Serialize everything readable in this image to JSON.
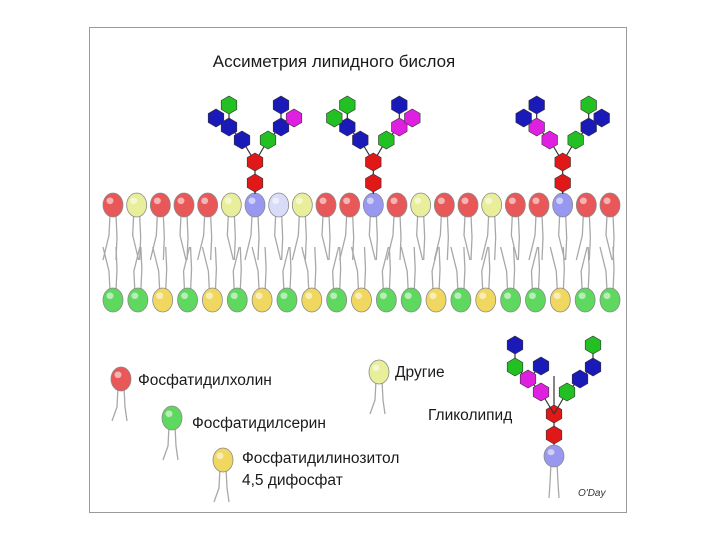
{
  "title": "Ассиметрия липидного бислоя",
  "legend": {
    "phosphatidylcholine": "Фосфатидилхолин",
    "phosphatidylserine": "Фосфатидилсерин",
    "phosphatidylinositol_line1": "Фосфатидилинозитол",
    "phosphatidylinositol_line2": "4,5 дифосфат",
    "other": "Другие",
    "glycolipid": "Гликолипид"
  },
  "credit": "O'Day",
  "colors": {
    "phosphatidylcholine": "#e85858",
    "phosphatidylserine": "#5fd85f",
    "phosphatidylinositol": "#f0d860",
    "other": "#e8ee9a",
    "glycolipid_head": "#9898f0",
    "sugar_red": "#e01818",
    "sugar_blue": "#1a1ab8",
    "sugar_green": "#22c022",
    "sugar_magenta": "#e020e0"
  },
  "outer_leaflet": [
    "PC",
    "O",
    "PC",
    "PC",
    "PC",
    "O",
    "G",
    "OB",
    "O",
    "PC",
    "PC",
    "G",
    "PC",
    "O",
    "PC",
    "PC",
    "O",
    "PC",
    "PC",
    "G",
    "PC",
    "PC"
  ],
  "inner_leaflet": [
    "PS",
    "PS",
    "PI",
    "PS",
    "PI",
    "PS",
    "PI",
    "PS",
    "PI",
    "PS",
    "PI",
    "PS",
    "PS",
    "PI",
    "PS",
    "PI",
    "PS",
    "PS",
    "PI",
    "PS",
    "PS"
  ]
}
